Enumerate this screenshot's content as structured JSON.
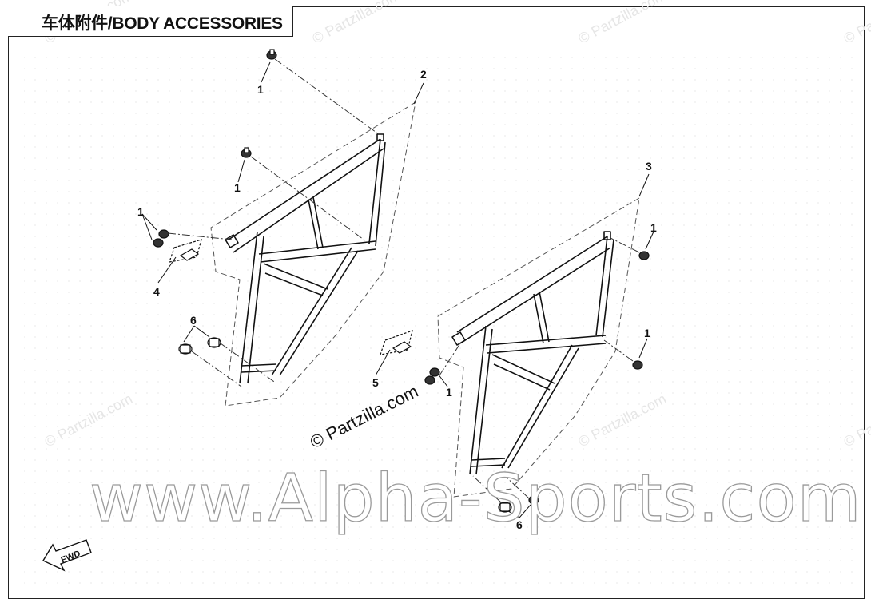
{
  "title": "车体附件/BODY ACCESSORIES",
  "callouts": {
    "c1a": "1",
    "c1b": "1",
    "c1c": "1",
    "c1d": "1",
    "c1e": "1",
    "c1f": "1",
    "c2": "2",
    "c3": "3",
    "c4": "4",
    "c5": "5",
    "c6a": "6",
    "c6b": "6"
  },
  "watermarks": {
    "partzilla": "© Partzilla.com",
    "partzilla_main": "© Partzilla.com",
    "alpha": "www.Alpha-Sports.com"
  },
  "fwd_label": "FWD"
}
